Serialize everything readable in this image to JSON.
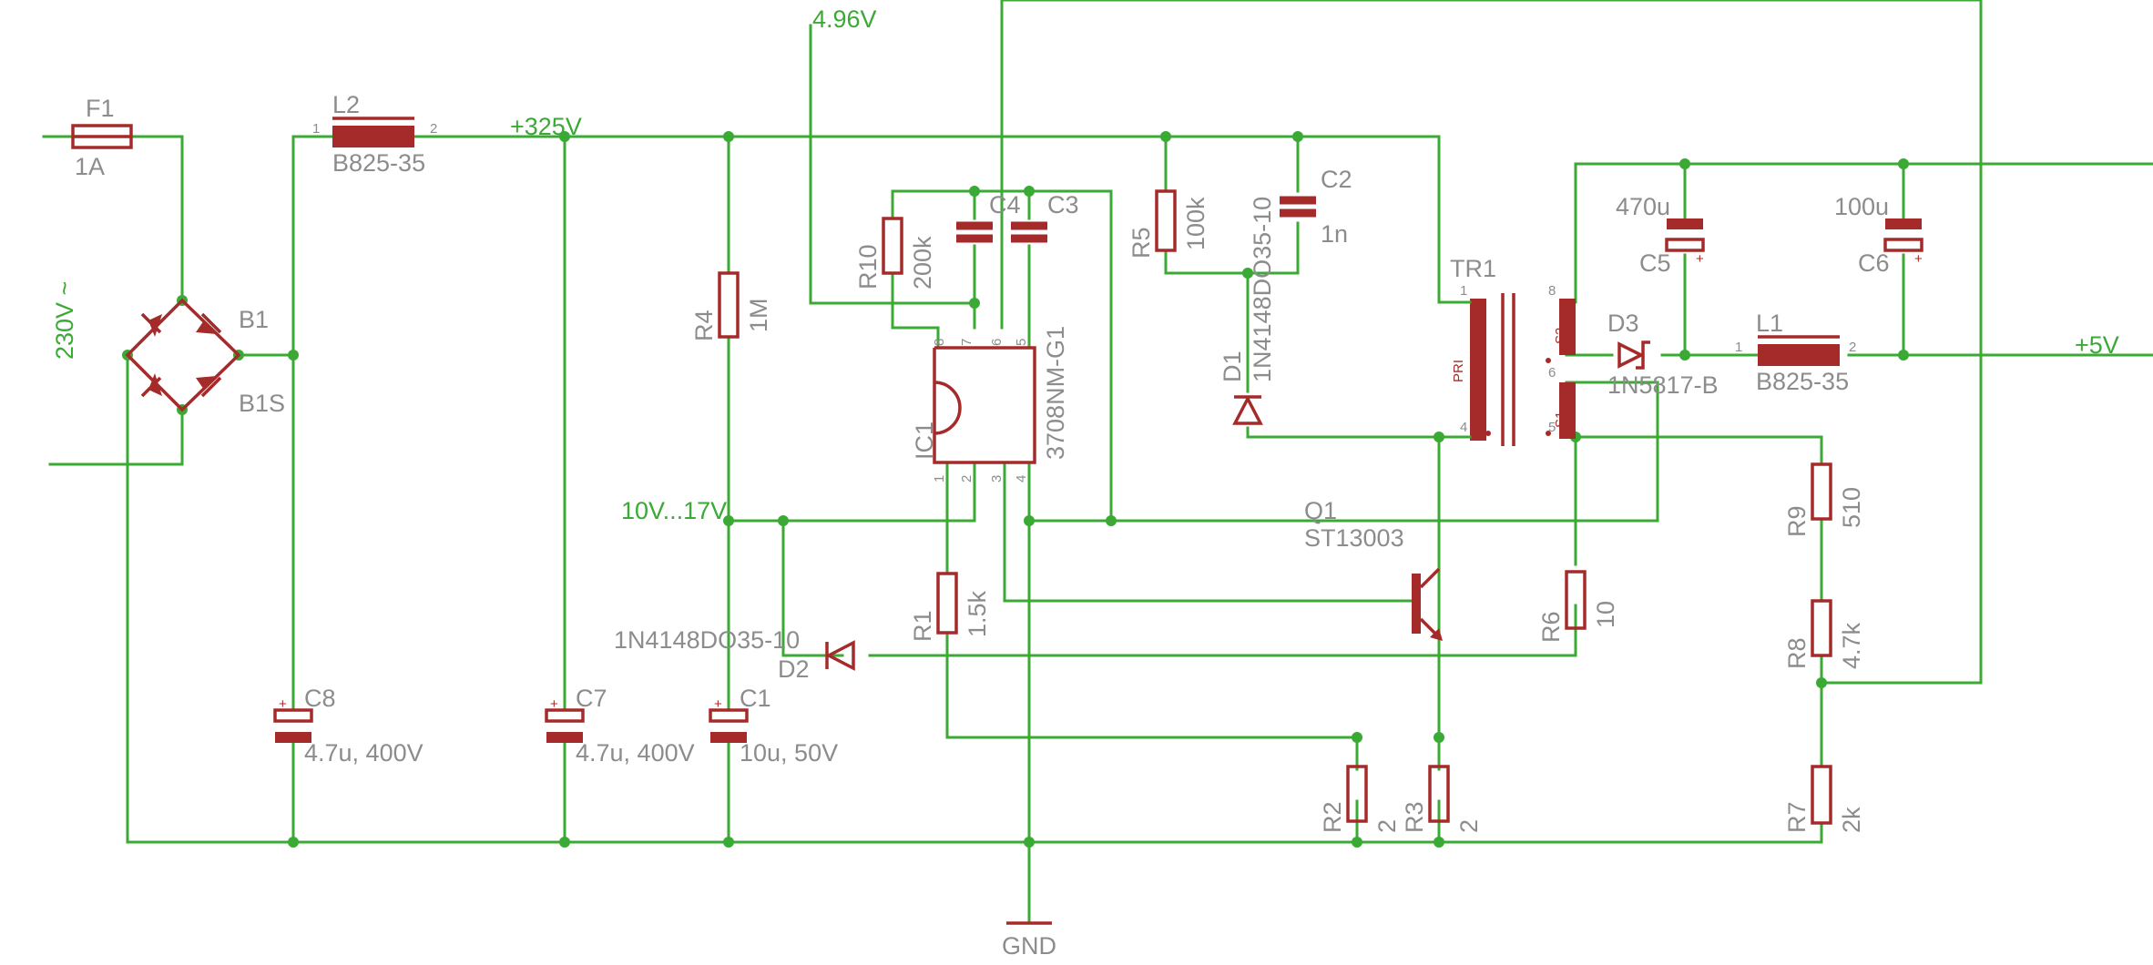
{
  "nets": {
    "vin_label": "230V ~",
    "hv_label": "+325V",
    "ref_label": "4.96V",
    "vcc_label": "10V...17V",
    "out_label": "+5V",
    "gnd_label": "GND"
  },
  "components": {
    "f1": {
      "name": "F1",
      "value": "1A"
    },
    "l2": {
      "name": "L2",
      "value": "B825-35",
      "pin1": "1",
      "pin2": "2"
    },
    "b1": {
      "name": "B1",
      "sub": "B1S"
    },
    "c8": {
      "name": "C8",
      "value": "4.7u, 400V"
    },
    "c7": {
      "name": "C7",
      "value": "4.7u, 400V"
    },
    "c1": {
      "name": "C1",
      "value": "10u, 50V"
    },
    "r4": {
      "name": "R4",
      "value": "1M"
    },
    "r10": {
      "name": "R10",
      "value": "200k"
    },
    "c4": {
      "name": "C4"
    },
    "c3": {
      "name": "C3"
    },
    "ic1": {
      "name": "IC1",
      "value": "3708NM-G1",
      "pins": [
        "1",
        "2",
        "3",
        "4",
        "8",
        "7",
        "6",
        "5"
      ]
    },
    "r5": {
      "name": "R5",
      "value": "100k"
    },
    "c2": {
      "name": "C2",
      "value": "1n"
    },
    "d1": {
      "name": "D1",
      "value": "1N4148DO35-10"
    },
    "tr1": {
      "name": "TR1",
      "pri": "PRI",
      "s1": "S1",
      "s2": "S2",
      "pins": [
        "1",
        "8",
        "6",
        "4",
        "5"
      ]
    },
    "d3": {
      "name": "D3",
      "value": "1N5817-B"
    },
    "c5": {
      "name": "C5",
      "value": "470u"
    },
    "c6": {
      "name": "C6",
      "value": "100u"
    },
    "l1": {
      "name": "L1",
      "value": "B825-35",
      "pin1": "1",
      "pin2": "2"
    },
    "q1": {
      "name": "Q1",
      "value": "ST13003"
    },
    "r1": {
      "name": "R1",
      "value": "1.5k"
    },
    "d2": {
      "name": "D2",
      "value": "1N4148DO35-10"
    },
    "r6": {
      "name": "R6",
      "value": "10"
    },
    "r2": {
      "name": "R2",
      "value": "2"
    },
    "r3": {
      "name": "R3",
      "value": "2"
    },
    "r9": {
      "name": "R9",
      "value": "510"
    },
    "r8": {
      "name": "R8",
      "value": "4.7k"
    },
    "r7": {
      "name": "R7",
      "value": "2k"
    }
  },
  "colors": {
    "wire": "#3aaa35",
    "part": "#a52a2a",
    "text": "#8c8c8c",
    "background": "#ffffff"
  }
}
